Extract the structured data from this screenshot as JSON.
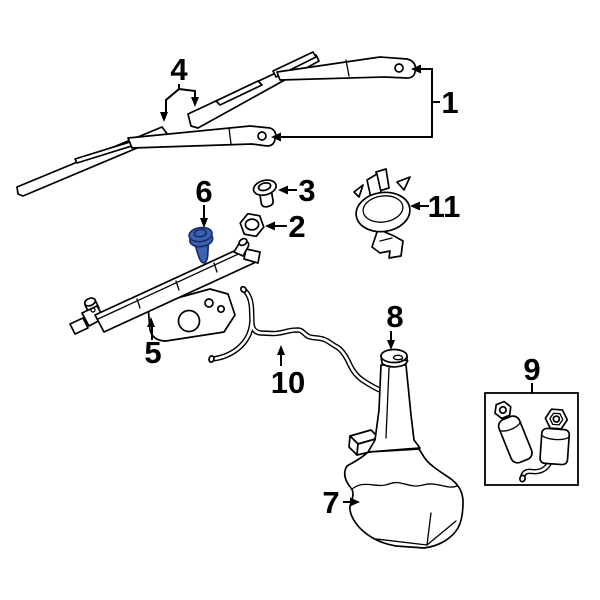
{
  "diagram": {
    "background_color": "#ffffff",
    "line_color": "#000000",
    "highlight_fill": "#3a63b0",
    "highlight_stroke": "#1d2b6e",
    "highlighted_callout": "6"
  },
  "callouts": {
    "c1": "1",
    "c2": "2",
    "c3": "3",
    "c4": "4",
    "c5": "5",
    "c6": "6",
    "c7": "7",
    "c8": "8",
    "c9": "9",
    "c10": "10",
    "c11": "11"
  }
}
